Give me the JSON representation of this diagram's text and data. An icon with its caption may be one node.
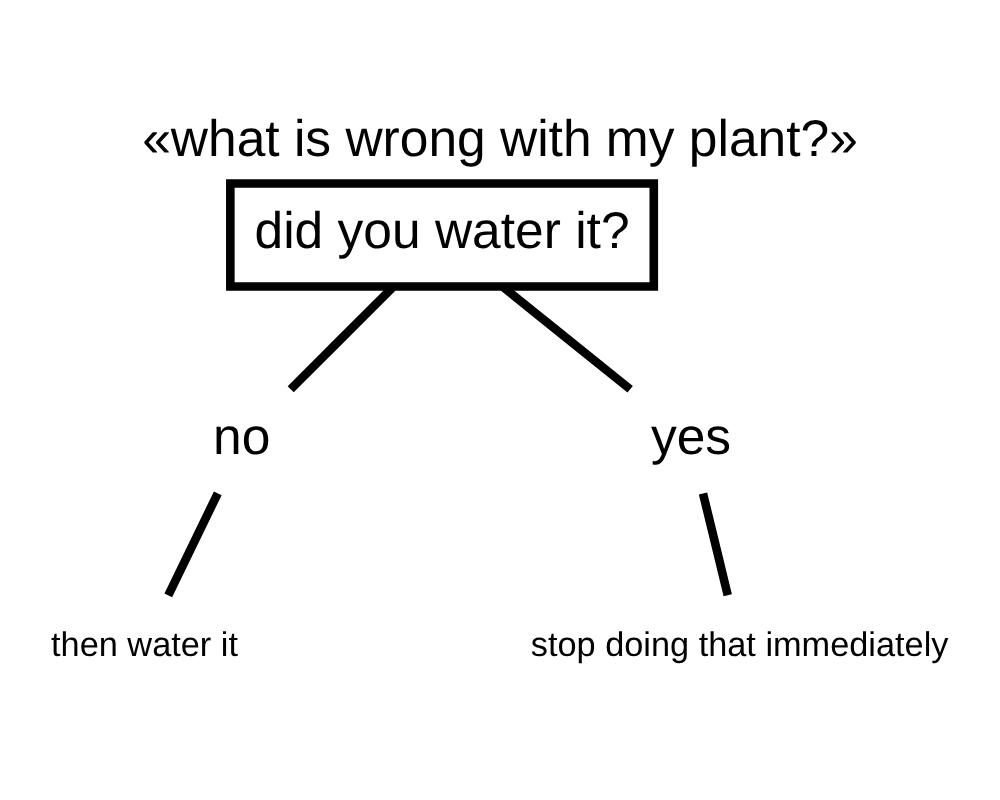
{
  "diagram": {
    "title": "«what is wrong with my plant?»",
    "nodes": [
      {
        "text": [
          "did you water it?"
        ]
      },
      {
        "text": [
          "no"
        ]
      },
      {
        "text": [
          "yes"
        ]
      },
      {
        "text": [
          "then water it"
        ]
      },
      {
        "text": [
          "stop doing that immediately"
        ]
      }
    ],
    "edges": [
      {
        "from": 0,
        "to": 1,
        "arrow": "none"
      },
      {
        "from": 0,
        "to": 2,
        "arrow": "none"
      },
      {
        "from": 1,
        "to": 3,
        "arrow": "none"
      },
      {
        "from": 2,
        "to": 4,
        "arrow": "none"
      }
    ]
  }
}
